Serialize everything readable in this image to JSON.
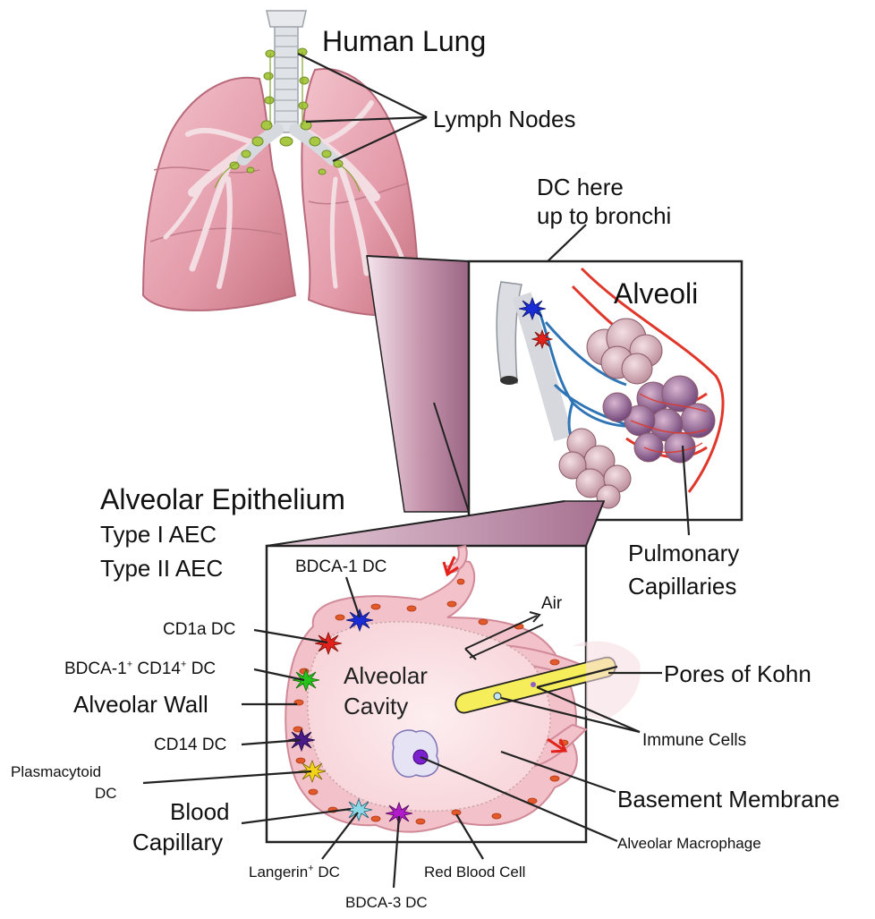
{
  "title": "Human Lung",
  "labels": {
    "lymph_nodes": "Lymph Nodes",
    "dc_here_1": "DC here",
    "dc_here_2": "up to bronchi",
    "alveoli": "Alveoli",
    "alveolar_epithelium": "Alveolar Epithelium",
    "type_i_aec": "Type I AEC",
    "type_ii_aec": "Type II AEC",
    "pulmonary_1": "Pulmonary",
    "pulmonary_2": "Capillaries",
    "bdca1_dc": "BDCA-1 DC",
    "air": "Air",
    "cd1a_dc": "CD1a DC",
    "bdca1_cd14_a": "BDCA-1",
    "bdca1_cd14_sup1": "+",
    "bdca1_cd14_b": " CD14",
    "bdca1_cd14_sup2": "+",
    "bdca1_cd14_c": " DC",
    "alveolar_wall": "Alveolar Wall",
    "alveolar_cavity_1": "Alveolar",
    "alveolar_cavity_2": "Cavity",
    "pores_of_kohn": "Pores of Kohn",
    "immune_cells": "Immune Cells",
    "cd14_dc": "CD14 DC",
    "plasmacytoid_1": "Plasmacytoid",
    "plasmacytoid_2": "DC",
    "blood_1": "Blood",
    "blood_2": "Capillary",
    "basement_membrane": "Basement Membrane",
    "alveolar_macrophage": "Alveolar Macrophage",
    "langerin_a": "Langerin",
    "langerin_sup": "+",
    "langerin_b": " DC",
    "red_blood_cell": "Red Blood Cell",
    "bdca3_dc": "BDCA-3 DC"
  },
  "colors": {
    "lung_pink": "#e9a4b1",
    "lung_dark": "#c97586",
    "trachea": "#dcdfe3",
    "lymph_green": "#9cc23a",
    "panel_mauve": "#b9859f",
    "vessel_red": "#e0372a",
    "vessel_blue": "#2f74b5",
    "wall_pink": "#f2c1c9",
    "cavity_pink": "#fbe6e8",
    "rbc": "#e2592b",
    "kohn_yellow": "#f5ee5a",
    "dc_blue": "#1a2cd6",
    "dc_red": "#e3231b",
    "dc_green": "#27c21b",
    "dc_purple": "#4a1a8a",
    "dc_yellow": "#f3d21a",
    "dc_cyan": "#8fd8e8",
    "dc_magenta": "#b01cc8"
  }
}
